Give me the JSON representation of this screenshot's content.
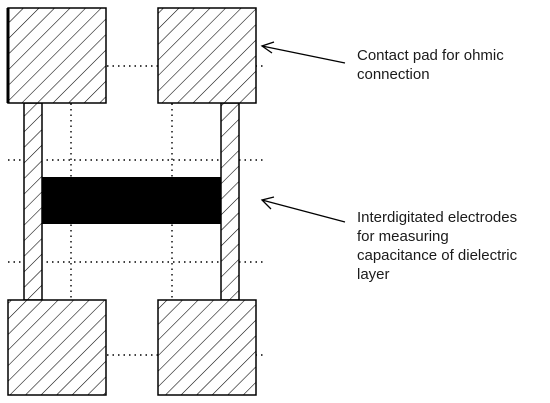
{
  "annotations": {
    "contact_pad": [
      "Contact pad for ohmic",
      "connection"
    ],
    "electrodes": [
      "Interdigitated electrodes",
      "for measuring",
      "capacitance of dielectric",
      "layer"
    ]
  },
  "colors": {
    "stroke": "#000000",
    "hatch": "#000000",
    "electrode_fill": "#000000",
    "dotted_grid": "#000000",
    "background": "#ffffff"
  }
}
